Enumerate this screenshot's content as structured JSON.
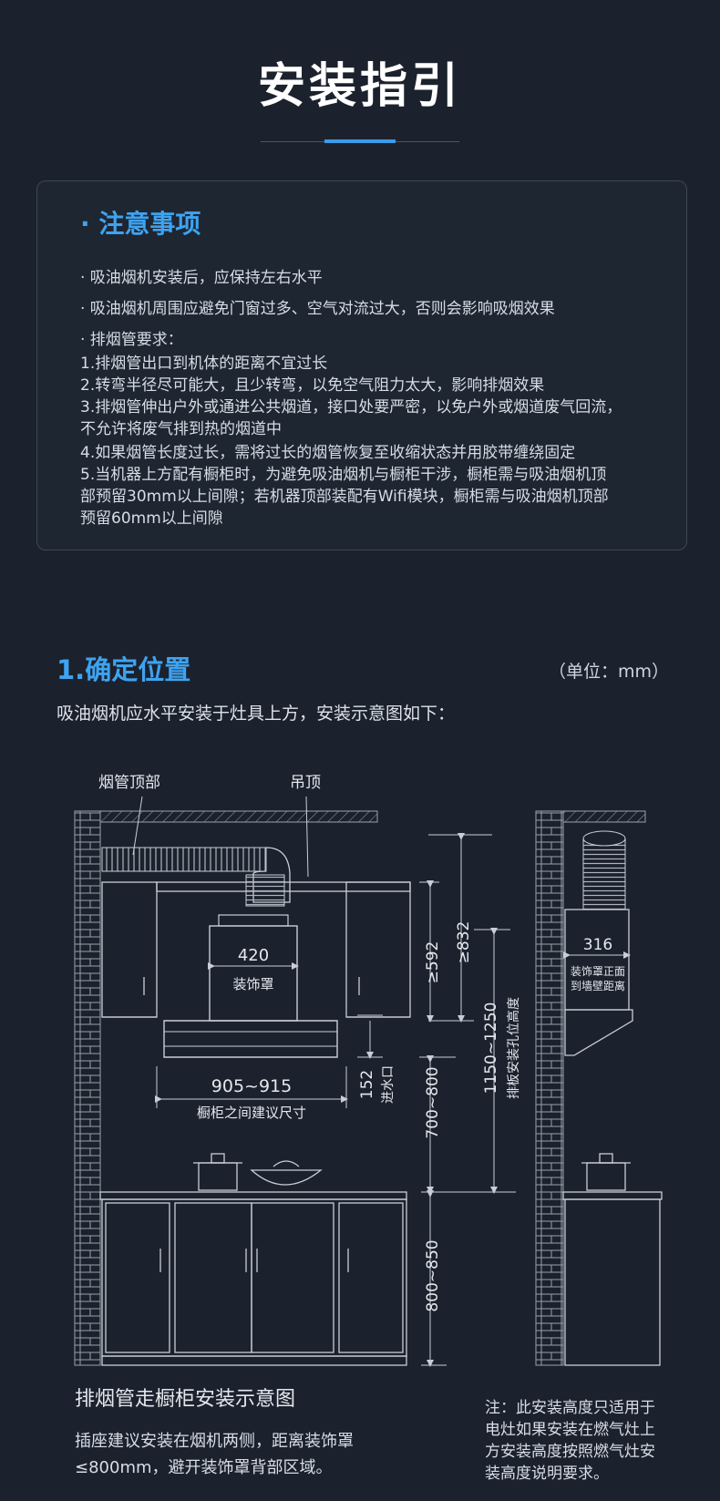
{
  "title": "安装指引",
  "notice": {
    "heading": "· 注意事项",
    "items": [
      "· 吸油烟机安装后，应保持左右水平",
      "· 吸油烟机周围应避免门窗过多、空气对流过大，否则会影响吸烟效果",
      "· 排烟管要求：",
      "1.排烟管出口到机体的距离不宜过长",
      "2.转弯半径尽可能大，且少转弯，以免空气阻力太大，影响排烟效果",
      "3.排烟管伸出户外或通进公共烟道，接口处要严密，以免户外或烟道废气回流，",
      "不允许将废气排到热的烟道中",
      "4.如果烟管长度过长，需将过长的烟管恢复至收缩状态并用胶带缠绕固定",
      "5.当机器上方配有橱柜时，为避免吸油烟机与橱柜干涉，橱柜需与吸油烟机顶",
      "部预留30mm以上间隙；若机器顶部装配有Wifi模块，橱柜需与吸油烟机顶部",
      "预留60mm以上间隙"
    ]
  },
  "section": {
    "title": "1.确定位置",
    "unit": "（单位：mm）",
    "intro": "吸油烟机应水平安装于灶具上方，安装示意图如下："
  },
  "diagram": {
    "label_duct_top": "烟管顶部",
    "label_ceiling": "吊顶",
    "dim_420": "420",
    "label_cover": "装饰罩",
    "dim_592": "≥592",
    "dim_832": "≥832",
    "dim_1150": "1150~1250",
    "label_exhaust_hole": "排板安装孔位高度",
    "dim_152": "152",
    "label_inlet": "进水口",
    "dim_905": "905~915",
    "label_cabinet_gap": "橱柜之间建议尺寸",
    "dim_700": "700~800",
    "dim_800": "800~850",
    "dim_316": "316",
    "label_cover_front_1": "装饰罩正面",
    "label_cover_front_2": "到墙壁距离"
  },
  "captions": {
    "left_title": "排烟管走橱柜安装示意图",
    "left_line1": "插座建议安装在烟机两侧，距离装饰罩",
    "left_line2": "≤800mm，避开装饰罩背部区域。",
    "note_lines": [
      "注：此安装高度只适用于",
      "电灶如果安装在燃气灶上",
      "方安装高度按照燃气灶安",
      "装高度说明要求。"
    ]
  },
  "colors": {
    "background": "#1b222d",
    "accent": "#3ea3f0",
    "line_art": "#c9ced6"
  }
}
